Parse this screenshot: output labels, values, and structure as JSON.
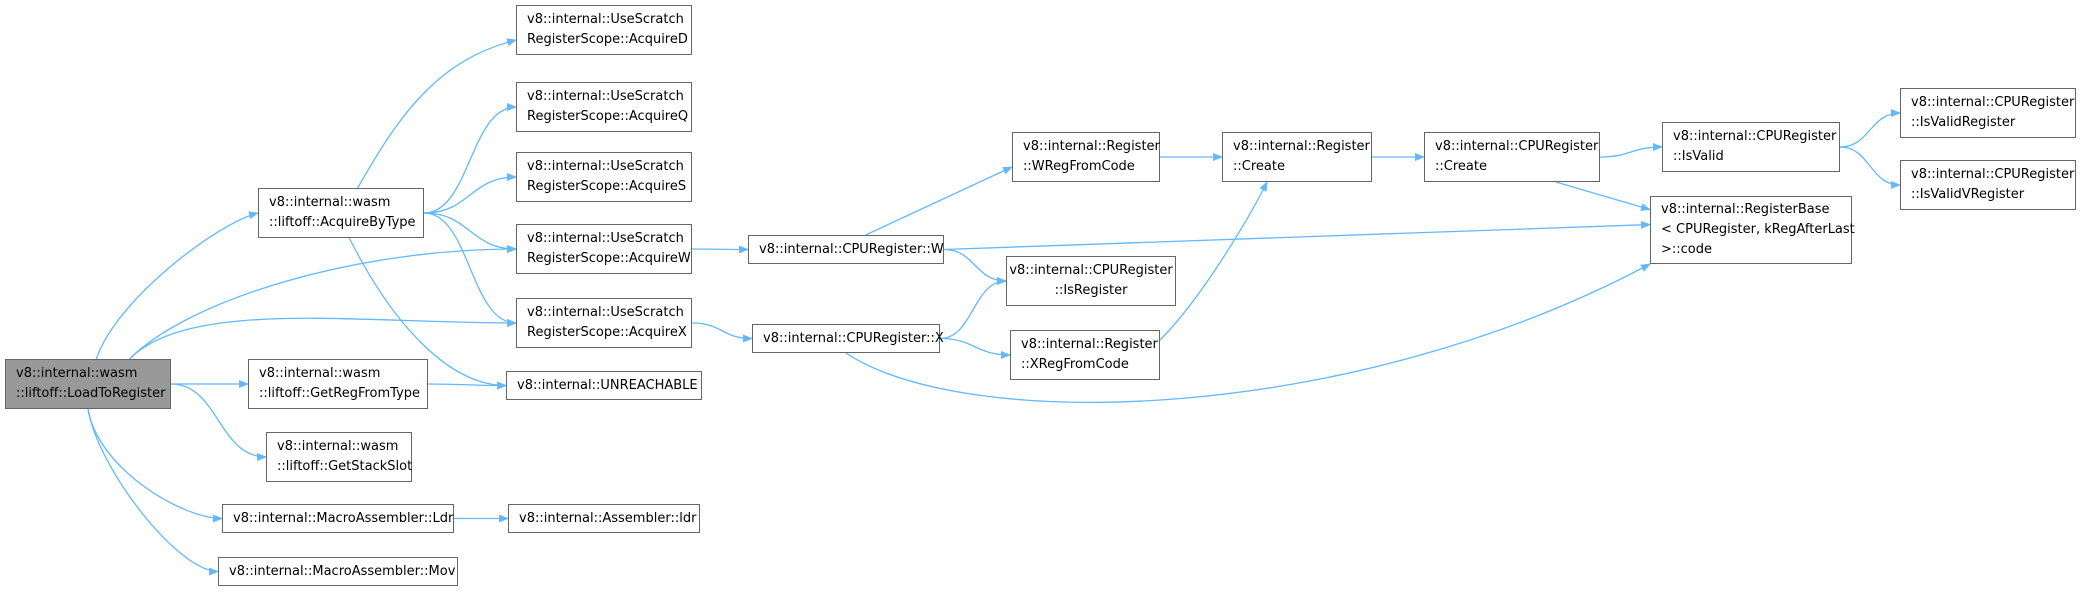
{
  "nodes": [
    {
      "id": "n0",
      "lines": [
        "v8::internal::wasm",
        "::liftoff::LoadToRegister"
      ]
    },
    {
      "id": "n1",
      "lines": [
        "v8::internal::wasm",
        "::liftoff::AcquireByType"
      ]
    },
    {
      "id": "n2",
      "lines": [
        "v8::internal::wasm",
        "::liftoff::GetRegFromType"
      ]
    },
    {
      "id": "n3",
      "lines": [
        "v8::internal::wasm",
        "::liftoff::GetStackSlot"
      ]
    },
    {
      "id": "n4",
      "lines": [
        "v8::internal::MacroAssembler::Ldr"
      ]
    },
    {
      "id": "n5",
      "lines": [
        "v8::internal::MacroAssembler::Mov"
      ]
    },
    {
      "id": "n6",
      "lines": [
        "v8::internal::UseScratch",
        "RegisterScope::AcquireD"
      ]
    },
    {
      "id": "n7",
      "lines": [
        "v8::internal::UseScratch",
        "RegisterScope::AcquireQ"
      ]
    },
    {
      "id": "n8",
      "lines": [
        "v8::internal::UseScratch",
        "RegisterScope::AcquireS"
      ]
    },
    {
      "id": "n9",
      "lines": [
        "v8::internal::UseScratch",
        "RegisterScope::AcquireW"
      ]
    },
    {
      "id": "n10",
      "lines": [
        "v8::internal::UseScratch",
        "RegisterScope::AcquireX"
      ]
    },
    {
      "id": "n11",
      "lines": [
        "v8::internal::UNREACHABLE"
      ]
    },
    {
      "id": "n12",
      "lines": [
        "v8::internal::Assembler::ldr"
      ]
    },
    {
      "id": "n13",
      "lines": [
        "v8::internal::CPURegister::W"
      ]
    },
    {
      "id": "n14",
      "lines": [
        "v8::internal::CPURegister::X"
      ]
    },
    {
      "id": "n15",
      "lines": [
        "v8::internal::Register",
        "::WRegFromCode"
      ]
    },
    {
      "id": "n16",
      "lines": [
        "v8::internal::CPURegister",
        "::IsRegister"
      ]
    },
    {
      "id": "n17",
      "lines": [
        "v8::internal::Register",
        "::XRegFromCode"
      ]
    },
    {
      "id": "n18",
      "lines": [
        "v8::internal::Register",
        "::Create"
      ]
    },
    {
      "id": "n19",
      "lines": [
        "v8::internal::CPURegister",
        "::Create"
      ]
    },
    {
      "id": "n20",
      "lines": [
        "v8::internal::CPURegister",
        "::IsValid"
      ]
    },
    {
      "id": "n21",
      "lines": [
        "v8::internal::RegisterBase",
        "< CPURegister, kRegAfterLast",
        ">::code"
      ]
    },
    {
      "id": "n22",
      "lines": [
        "v8::internal::CPURegister",
        "::IsValidRegister"
      ]
    },
    {
      "id": "n23",
      "lines": [
        "v8::internal::CPURegister",
        "::IsValidVRegister"
      ]
    }
  ],
  "edges": [
    [
      "n0",
      "n1"
    ],
    [
      "n0",
      "n9"
    ],
    [
      "n0",
      "n10"
    ],
    [
      "n0",
      "n2"
    ],
    [
      "n0",
      "n3"
    ],
    [
      "n0",
      "n4"
    ],
    [
      "n0",
      "n5"
    ],
    [
      "n1",
      "n6"
    ],
    [
      "n1",
      "n7"
    ],
    [
      "n1",
      "n8"
    ],
    [
      "n1",
      "n9"
    ],
    [
      "n1",
      "n10"
    ],
    [
      "n1",
      "n11"
    ],
    [
      "n2",
      "n11"
    ],
    [
      "n4",
      "n12"
    ],
    [
      "n9",
      "n13"
    ],
    [
      "n10",
      "n14"
    ],
    [
      "n13",
      "n15"
    ],
    [
      "n13",
      "n16"
    ],
    [
      "n13",
      "n21"
    ],
    [
      "n14",
      "n16"
    ],
    [
      "n14",
      "n17"
    ],
    [
      "n14",
      "n21"
    ],
    [
      "n15",
      "n18"
    ],
    [
      "n17",
      "n18"
    ],
    [
      "n18",
      "n19"
    ],
    [
      "n19",
      "n20"
    ],
    [
      "n19",
      "n21"
    ],
    [
      "n20",
      "n22"
    ],
    [
      "n20",
      "n23"
    ]
  ],
  "colors": {
    "edge": "#63b8ff",
    "node_border": "#666666",
    "root_fill": "#999999"
  }
}
